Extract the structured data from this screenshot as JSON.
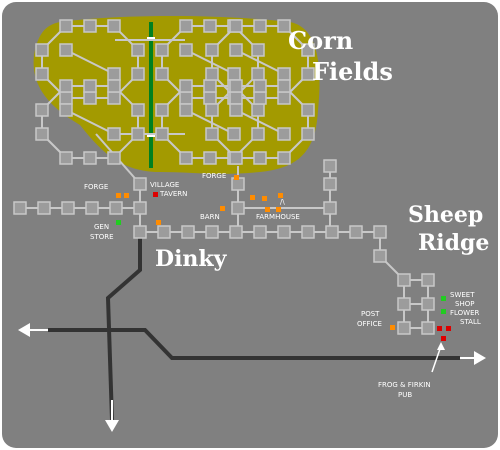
{
  "map": {
    "regions": {
      "corn_fields": {
        "line1": "Corn",
        "line2": "Fields"
      },
      "sheep_ridge": {
        "line1": "Sheep",
        "line2": "Ridge"
      },
      "dinky": "Dinky"
    },
    "places": {
      "forge_dinky": "FORGE",
      "village_tavern_1": "VILLAGE",
      "village_tavern_2": "TAVERN",
      "gen_store_1": "GEN",
      "gen_store_2": "STORE",
      "forge_farm": "FORGE",
      "barn": "BARN",
      "farmhouse": "FARMHOUSE",
      "farm_sign": "/\\",
      "post_office_1": "POST",
      "post_office_2": "OFFICE",
      "sweet_shop_1": "SWEET",
      "sweet_shop_2": "SHOP",
      "flower_stall_1": "FLOWER",
      "flower_stall_2": "STALL",
      "pub_1": "FROG & FIRKIN",
      "pub_2": "PUB"
    },
    "colors": {
      "background": "#808080",
      "frame": "#ffffff",
      "field": "#a39a00",
      "room": "#9c9c9c",
      "path": "#c8c8c8",
      "road": "#333333",
      "river": "#008020",
      "shop_marker": "#ff8c00",
      "green_marker": "#22cc22",
      "red_marker": "#dd0000"
    }
  }
}
